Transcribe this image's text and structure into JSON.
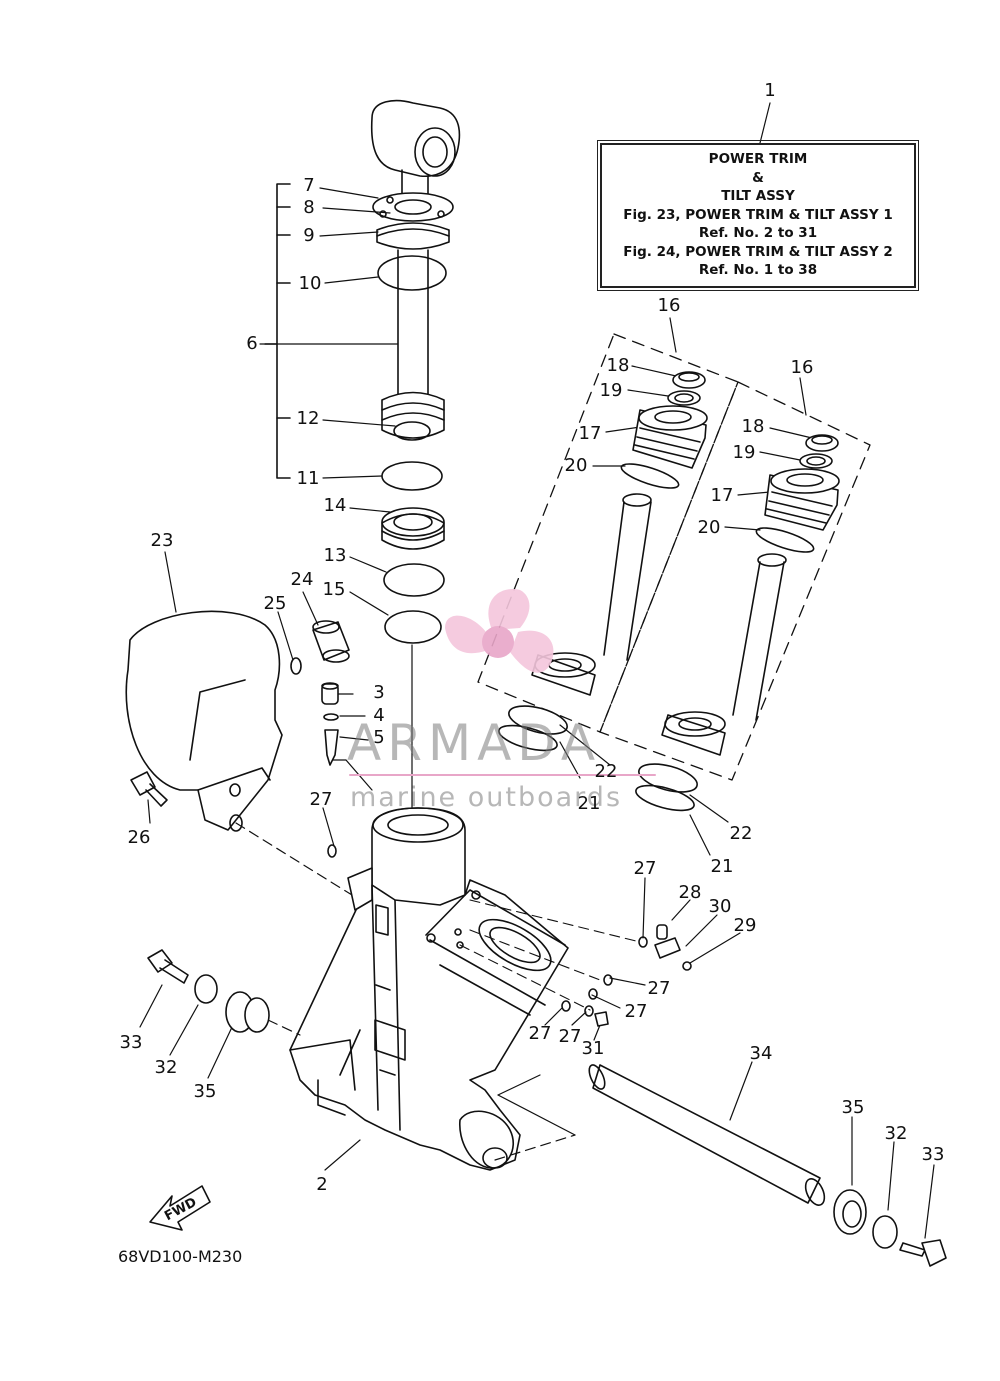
{
  "diagram_code": "68VD100-M230",
  "info_box": {
    "line1": "POWER TRIM",
    "line2": "&",
    "line3": "TILT ASSY",
    "line4": "Fig. 23, POWER TRIM & TILT ASSY 1",
    "line5": "Ref. No. 2 to 31",
    "line6": "Fig. 24, POWER TRIM & TILT ASSY 2",
    "line7": "Ref. No. 1 to 38"
  },
  "watermark": {
    "brand": "ARMADA",
    "tagline": "marine outboards",
    "color": "#e8a6c8"
  },
  "fwd_arrow_label": "FWD",
  "callouts": {
    "c1": "1",
    "c2": "2",
    "c3": "3",
    "c4": "4",
    "c5": "5",
    "c6": "6",
    "c7": "7",
    "c8": "8",
    "c9": "9",
    "c10": "10",
    "c11": "11",
    "c12": "12",
    "c13": "13",
    "c14": "14",
    "c15": "15",
    "c16a": "16",
    "c16b": "16",
    "c17a": "17",
    "c17b": "17",
    "c18a": "18",
    "c18b": "18",
    "c19a": "19",
    "c19b": "19",
    "c20a": "20",
    "c20b": "20",
    "c21a": "21",
    "c21b": "21",
    "c22a": "22",
    "c22b": "22",
    "c23": "23",
    "c24": "24",
    "c25": "25",
    "c26": "26",
    "c27a": "27",
    "c27b": "27",
    "c27c": "27",
    "c27d": "27",
    "c27e": "27",
    "c27f": "27",
    "c28": "28",
    "c29": "29",
    "c30": "30",
    "c31": "31",
    "c32a": "32",
    "c32b": "32",
    "c33a": "33",
    "c33b": "33",
    "c34": "34",
    "c35a": "35",
    "c35b": "35"
  }
}
